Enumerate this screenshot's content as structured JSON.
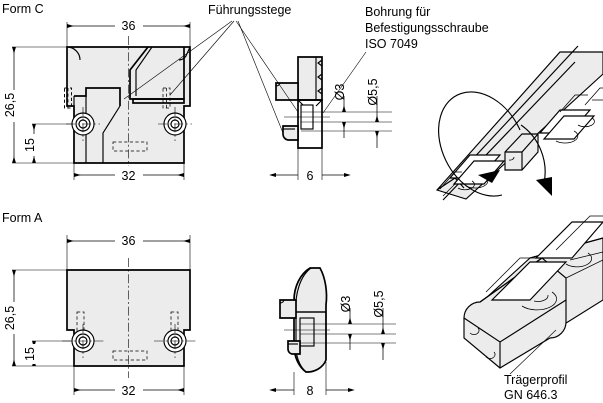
{
  "drawing": {
    "title_form_c": "Form C",
    "title_form_a": "Form A",
    "labels": {
      "guide_ribs": "Führungsstege",
      "bore_line1": "Bohrung für",
      "bore_line2": "Befestigungsschraube",
      "bore_line3": "ISO 7049",
      "carrier_line1": "Trägerprofil",
      "carrier_line2": "GN 646.3"
    },
    "dimensions": {
      "form_c": {
        "width_top": "36",
        "width_bottom": "32",
        "height_total": "26,5",
        "height_hole": "15",
        "depth": "6",
        "bore_small": "Ø3",
        "bore_large": "Ø5,5"
      },
      "form_a": {
        "width_top": "36",
        "width_bottom": "32",
        "height_total": "26,5",
        "height_hole": "15",
        "depth": "8",
        "bore_small": "Ø3",
        "bore_large": "Ø5,5"
      }
    },
    "colors": {
      "line": "#000000",
      "body_fill": "#ececed",
      "background": "#ffffff"
    }
  }
}
